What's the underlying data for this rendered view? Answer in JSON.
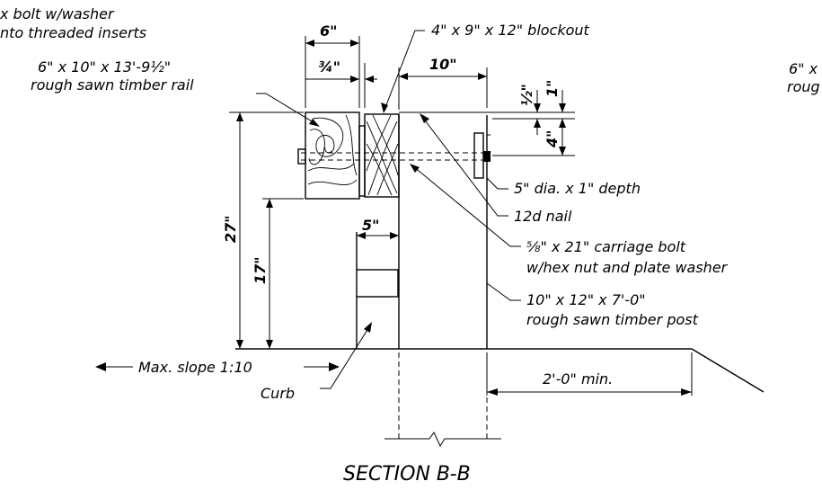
{
  "labels": {
    "bolt_washer_1": "x bolt w/washer",
    "bolt_washer_2": "nto threaded inserts",
    "rail_1": "6\" x 10\" x 13'-9½\"",
    "rail_2": "rough sawn timber rail",
    "blockout": "4\" x 9\" x 12\" blockout",
    "right_cut_1": "6\" x",
    "right_cut_2": "roug",
    "dia_depth": "5\" dia. x 1\" depth",
    "nail": "12d nail",
    "carriage_1": "⅝\" x 21\" carriage bolt",
    "carriage_2": "w/hex nut and plate washer",
    "post_1": "10\" x 12\" x 7'-0\"",
    "post_2": "rough sawn timber post",
    "slope": "Max. slope 1:10",
    "curb": "Curb",
    "min_dist": "2'-0\" min.",
    "section_title": "SECTION B-B"
  },
  "dimensions": {
    "six": "6\"",
    "three_quarter": "¾\"",
    "ten": "10\"",
    "half": "½\"",
    "one": "1\"",
    "four": "4\"",
    "five": "5\"",
    "twenty_seven": "27\"",
    "seventeen": "17\""
  }
}
